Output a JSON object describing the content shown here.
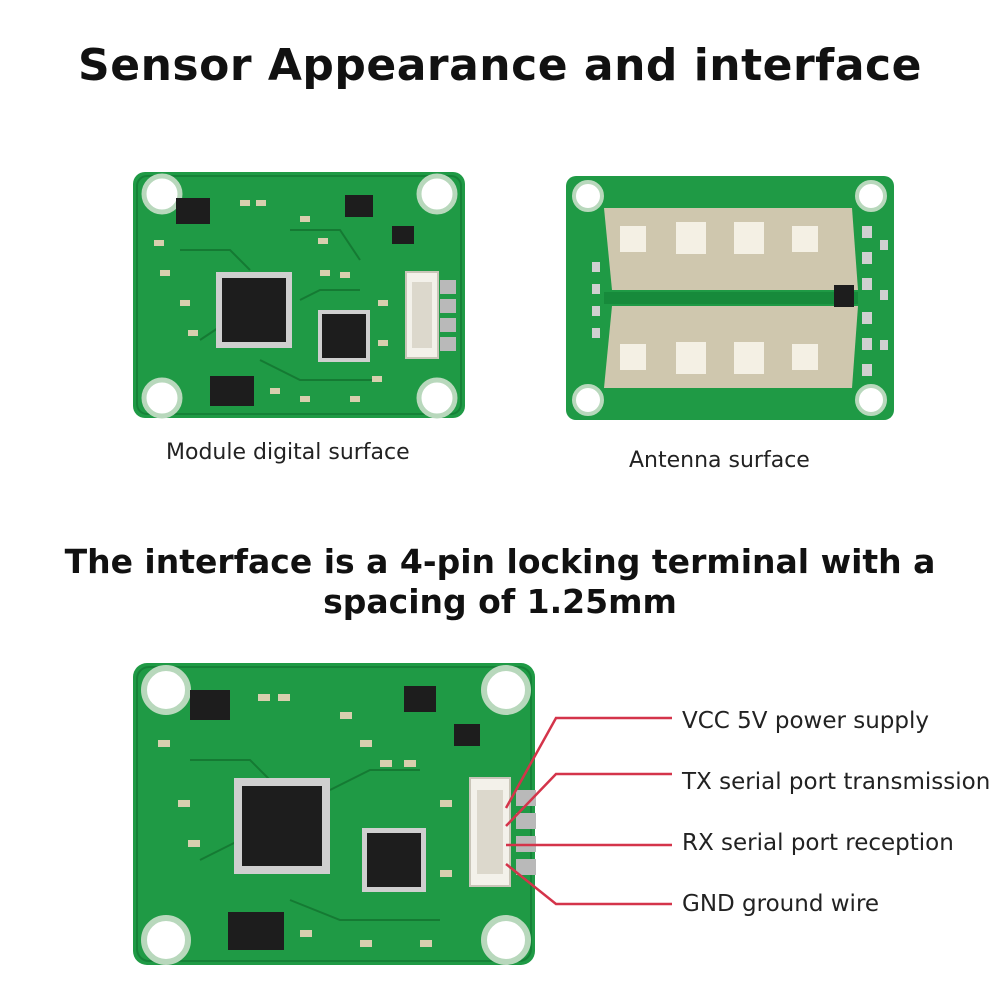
{
  "title": "Sensor Appearance and interface",
  "subtitle": "The interface is a 4-pin locking terminal with a spacing of 1.25mm",
  "captions": {
    "digital": "Module digital surface",
    "antenna": "Antenna surface"
  },
  "pins": [
    {
      "label": "VCC 5V power supply"
    },
    {
      "label": "TX serial port transmission"
    },
    {
      "label": "RX serial port reception"
    },
    {
      "label": "GND ground wire"
    }
  ],
  "colors": {
    "pcb": "#1f9a45",
    "pcb_dark": "#137a33",
    "antenna_pad": "#e8dfc8",
    "leader_line": "#d4344a"
  }
}
